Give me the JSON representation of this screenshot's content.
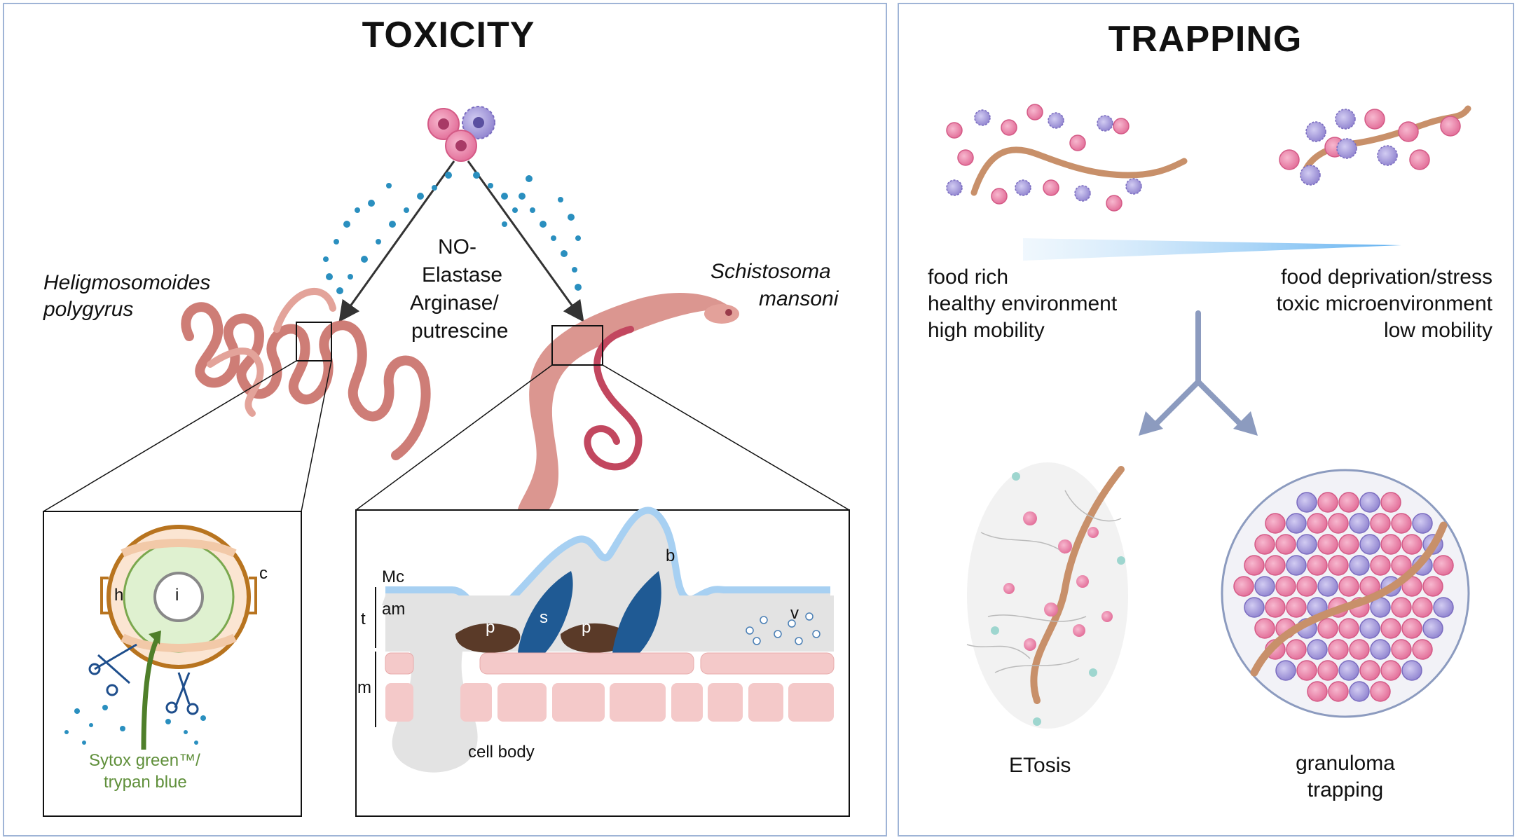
{
  "toxicity": {
    "title": "TOXICITY",
    "species_left": [
      "Heligmosomoides",
      "polygyrus"
    ],
    "species_right": [
      "Schistosoma",
      "mansoni"
    ],
    "mediators": [
      "NO-",
      "Elastase",
      "Arginase/",
      "putrescine"
    ],
    "left_inset": {
      "labels": {
        "h": "h",
        "i": "i",
        "c": "c"
      },
      "stain_line1": "Sytox green™/",
      "stain_line2": "trypan blue"
    },
    "right_inset": {
      "labels": {
        "mc": "Mc",
        "am": "am",
        "t": "t",
        "m": "m",
        "b": "b",
        "s": "s",
        "p1": "p",
        "p2": "p",
        "v": "v",
        "cell_body": "cell body"
      }
    }
  },
  "trapping": {
    "title": "TRAPPING",
    "left_condition": [
      "food rich",
      "healthy environment",
      "high mobility"
    ],
    "right_condition": [
      "food deprivation/stress",
      "toxic microenvironment",
      "low mobility"
    ],
    "outcome_left": "ETosis",
    "outcome_right": [
      "granuloma",
      "trapping"
    ]
  },
  "colors": {
    "panel_border": "#9fb4d6",
    "worm": "#c8906a",
    "neutrophil": "#e8739c",
    "eosinophil": "#9b8fd6",
    "mediator_dot": "#2a8fbf",
    "schisto": "#d98d8a",
    "heligmo": "#d98a80",
    "arrow_gray": "#8c9bbf",
    "stain_green": "#5f8f3a"
  }
}
